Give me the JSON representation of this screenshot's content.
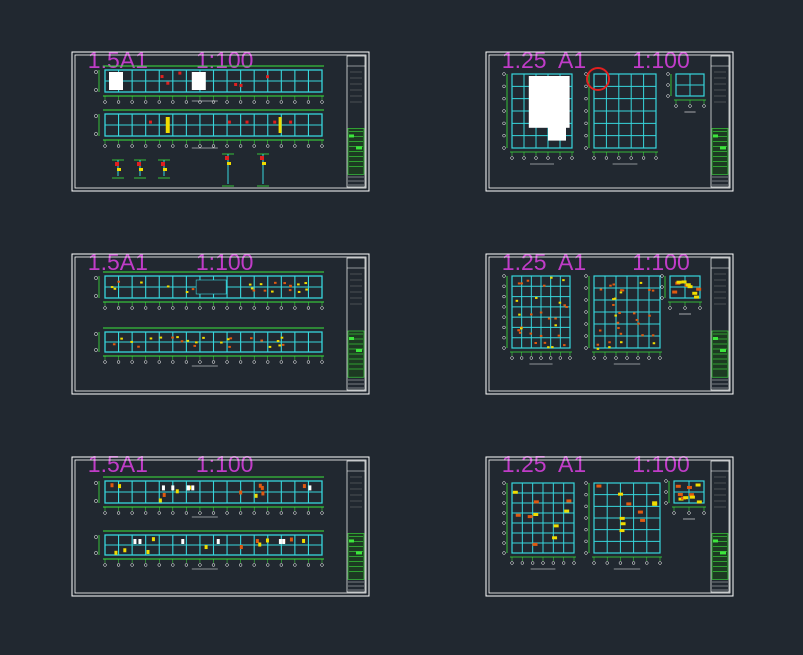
{
  "sheets": [
    {
      "size": "1.5A1",
      "scale": "1:100",
      "kind": "wide"
    },
    {
      "size": "1.25  A1",
      "scale": "1:100",
      "kind": "square"
    },
    {
      "size": "1.5A1",
      "scale": "1:100",
      "kind": "wide"
    },
    {
      "size": "1.25  A1",
      "scale": "1:100",
      "kind": "square"
    },
    {
      "size": "1.5A1",
      "scale": "1:100",
      "kind": "wide"
    },
    {
      "size": "1.25  A1",
      "scale": "1:100",
      "kind": "square"
    }
  ],
  "colors": {
    "background": "#212830",
    "label": "#c03cc8",
    "frame": "#ffffff",
    "grid": "#37d6dc",
    "dimension": "#3ce63c",
    "highlight": "#f0dc00",
    "accent": "#e05a10",
    "marker": "#e02020"
  },
  "icons": [
    "revision-cloud-icon"
  ]
}
